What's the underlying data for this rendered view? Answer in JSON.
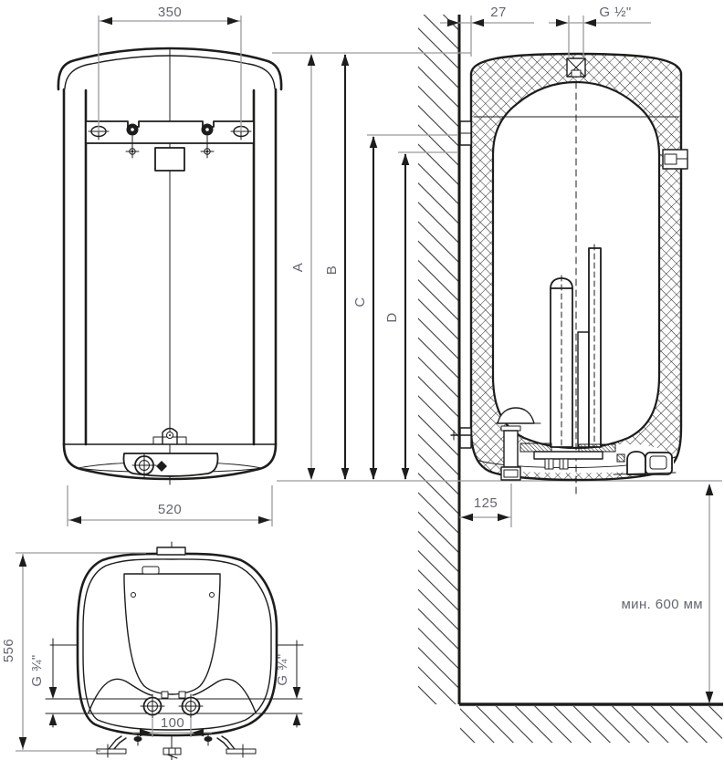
{
  "labels": {
    "front_top_hole_spacing": "350",
    "front_width": "520",
    "wall_gap": "27",
    "top_outlet_thread": "G ½\"",
    "height_a": "A",
    "height_b": "B",
    "height_c": "C",
    "height_d": "D",
    "bottom_pipe_wall_offset": "125",
    "min_floor_clearance": "мин. 600 мм",
    "depth": "556",
    "thread_left": "G ¾\"",
    "thread_right": "G ¾\"",
    "bottom_pipe_spacing": "100"
  },
  "colors": {
    "line": "#1d1d1b",
    "dim_line": "#9b9b9d",
    "label_text": "#63666e",
    "background": "#ffffff"
  }
}
